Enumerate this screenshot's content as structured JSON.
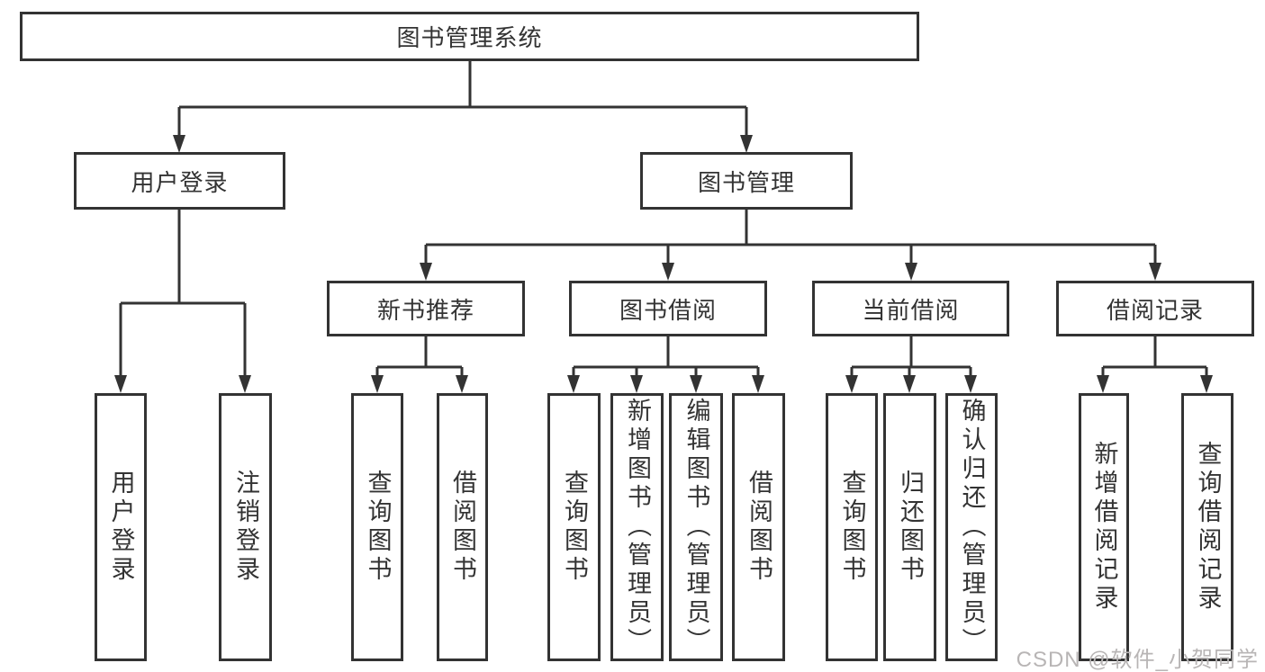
{
  "tree": {
    "root": {
      "label": "图书管理系统"
    },
    "branches": [
      {
        "label": "用户登录",
        "leaves": [
          {
            "label": "用户登录"
          },
          {
            "label": "注销登录"
          }
        ]
      },
      {
        "label": "图书管理",
        "groups": [
          {
            "label": "新书推荐",
            "leaves": [
              {
                "label": "查询图书"
              },
              {
                "label": "借阅图书"
              }
            ]
          },
          {
            "label": "图书借阅",
            "leaves": [
              {
                "label": "查询图书"
              },
              {
                "label": "新增图书（管理员）"
              },
              {
                "label": "编辑图书（管理员）"
              },
              {
                "label": "借阅图书"
              }
            ]
          },
          {
            "label": "当前借阅",
            "leaves": [
              {
                "label": "查询图书"
              },
              {
                "label": "归还图书"
              },
              {
                "label": "确认归还（管理员）"
              }
            ]
          },
          {
            "label": "借阅记录",
            "leaves": [
              {
                "label": "新增借阅记录"
              },
              {
                "label": "查询借阅记录"
              }
            ]
          }
        ]
      }
    ]
  },
  "watermark": {
    "text": "CSDN @软件_小贺同学"
  },
  "colors": {
    "line": "#333333",
    "text": "#333333",
    "box_background": "#ffffff",
    "watermark": "#b8b5b5"
  }
}
